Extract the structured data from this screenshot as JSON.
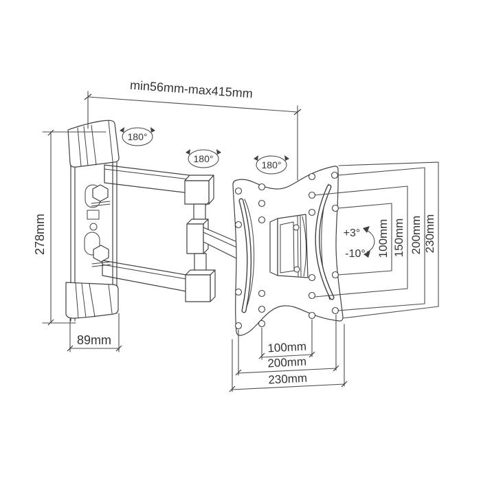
{
  "diagram": {
    "type": "technical-line-drawing",
    "subject": "articulating-tv-wall-mount-bracket",
    "colors": {
      "line": "#3f3f3f",
      "background": "#ffffff",
      "text": "#333333"
    },
    "labels": {
      "extension_range": "min56mm-max415mm",
      "wall_bracket_height": "278mm",
      "wall_bracket_width": "89mm",
      "swivel_joint_1": "180°",
      "swivel_joint_2": "180°",
      "swivel_joint_3": "180°",
      "tilt_up": "+3°",
      "tilt_down": "-10°",
      "vesa_right": [
        "100mm",
        "150mm",
        "200mm",
        "230mm"
      ],
      "vesa_bottom": [
        "100mm",
        "200mm",
        "230mm"
      ]
    }
  }
}
